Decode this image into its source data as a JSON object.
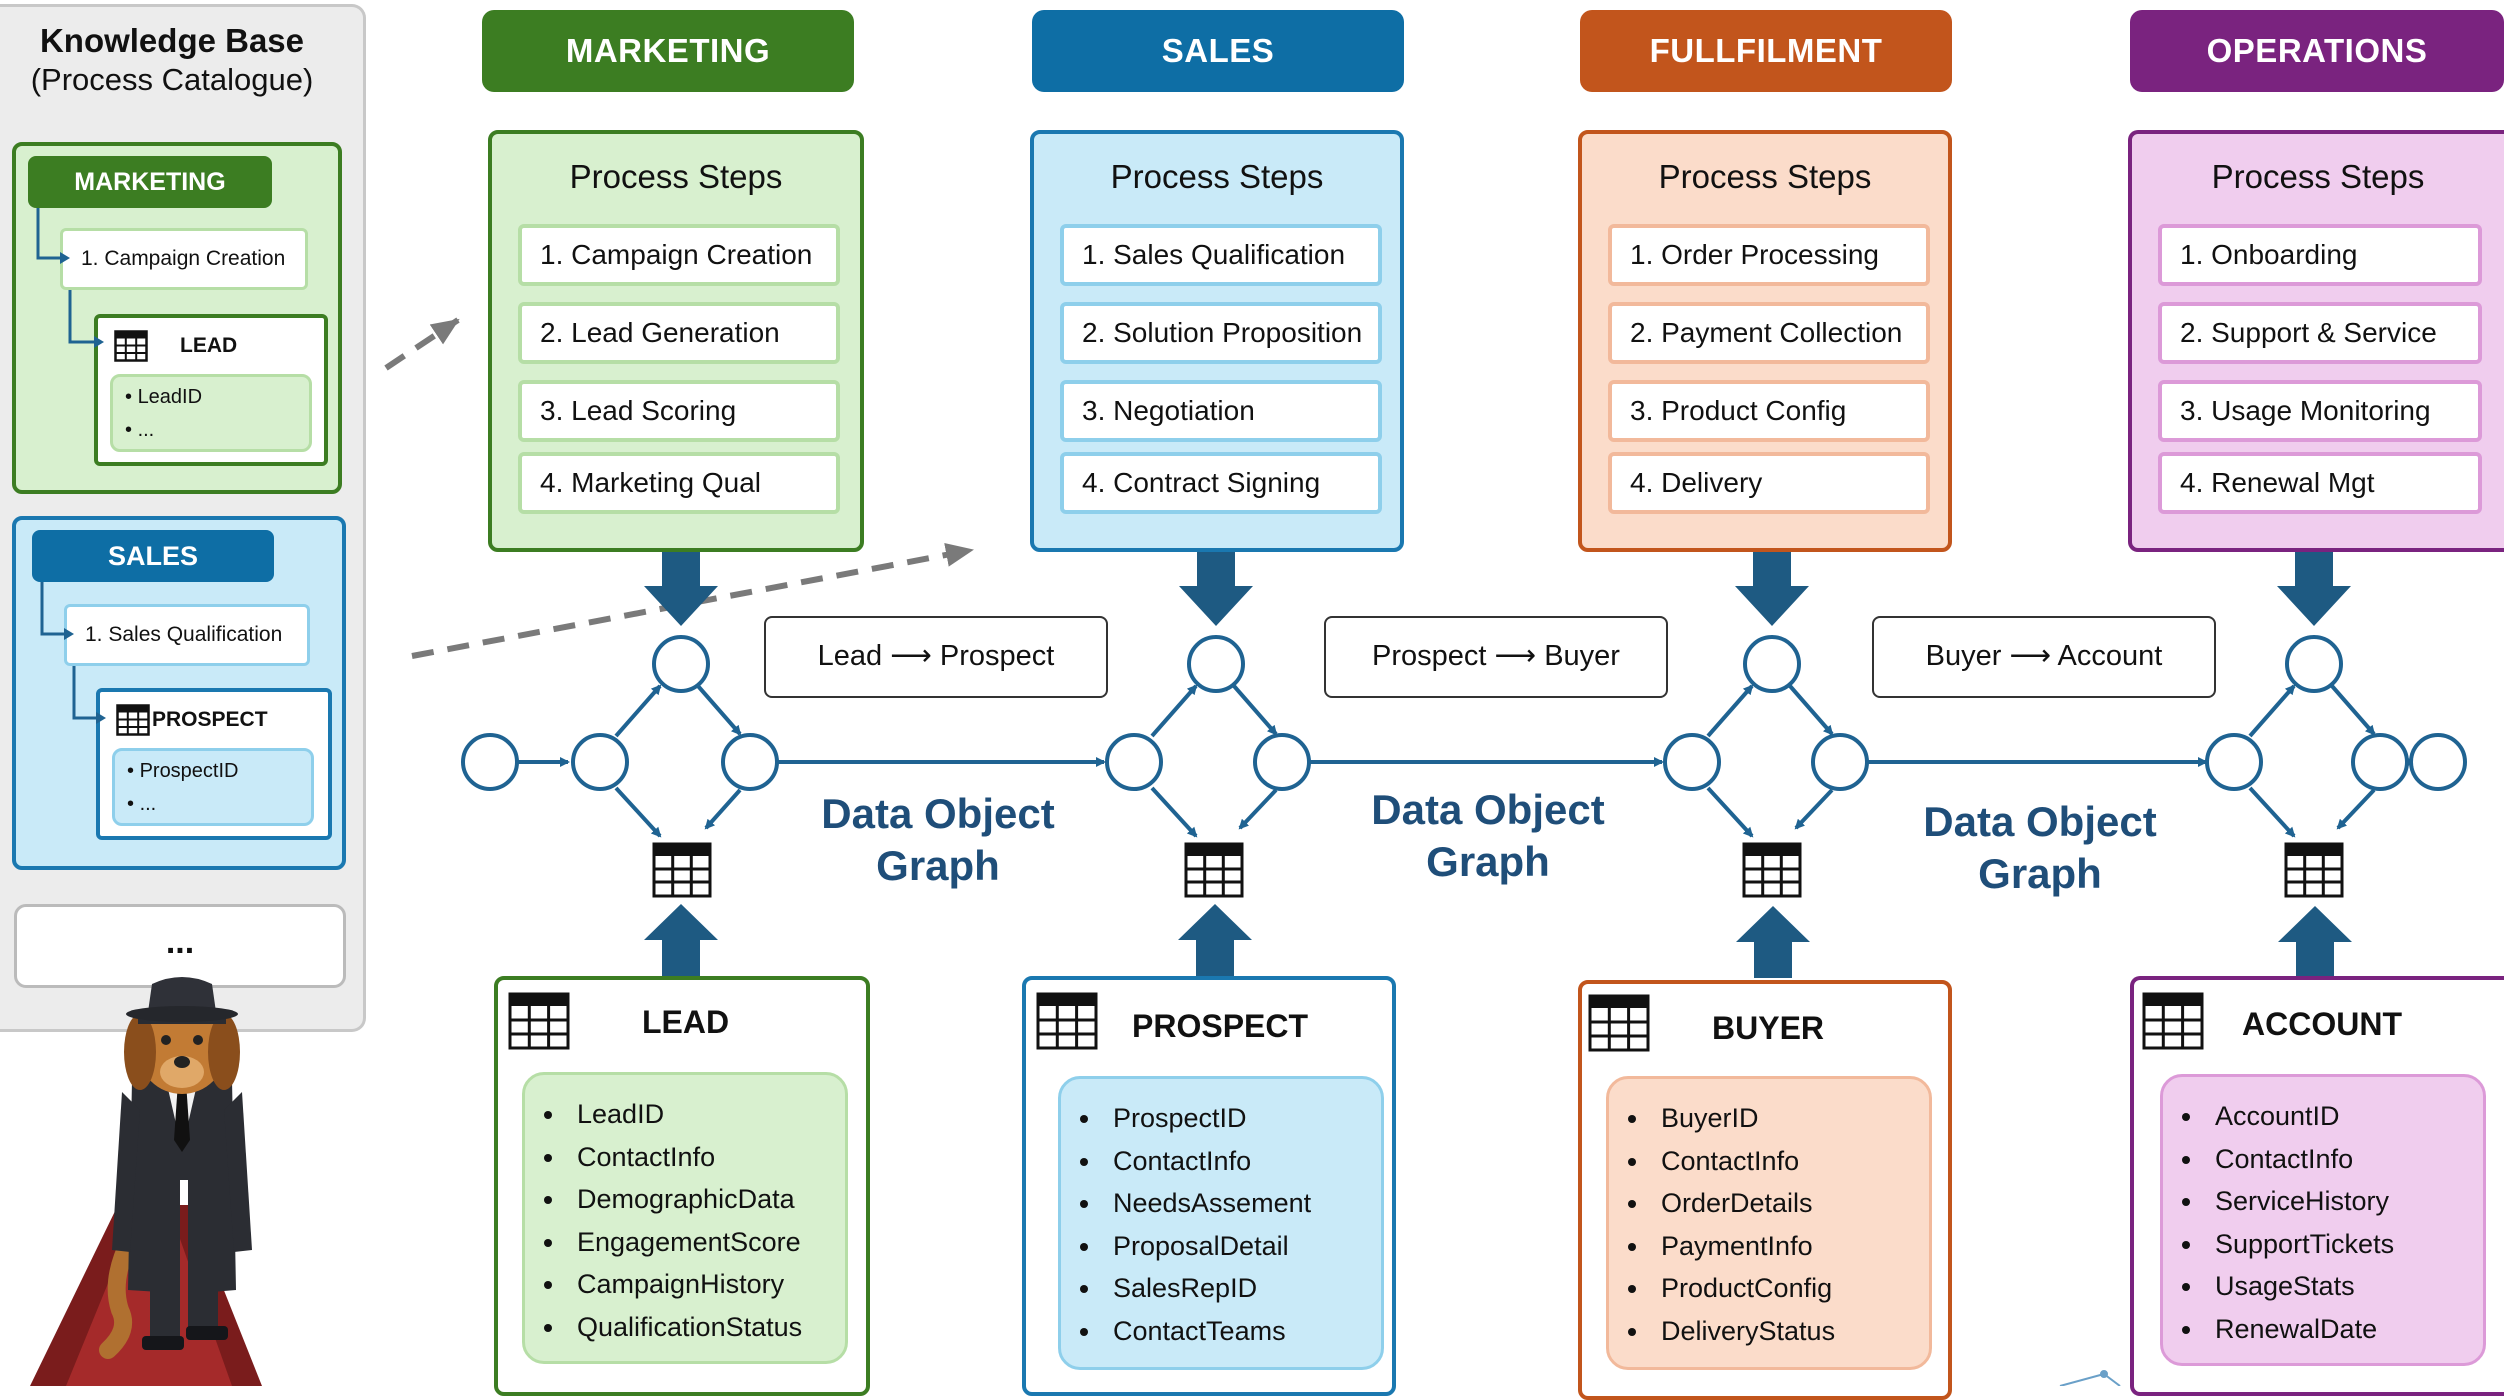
{
  "knowledge_base": {
    "title": "Knowledge Base",
    "subtitle": "(Process Catalogue)",
    "marketing": {
      "label": "MARKETING",
      "step": "1. Campaign Creation",
      "entity": "LEAD",
      "fields": [
        "LeadID",
        "..."
      ]
    },
    "sales": {
      "label": "SALES",
      "step": "1. Sales Qualification",
      "entity": "PROSPECT",
      "fields": [
        "ProspectID",
        "..."
      ]
    },
    "more": "..."
  },
  "steps_title": "Process Steps",
  "departments": [
    {
      "name": "MARKETING",
      "steps": [
        "1. Campaign Creation",
        "2. Lead Generation",
        "3. Lead Scoring",
        "4. Marketing Qual"
      ],
      "entity": "LEAD",
      "fields": [
        "LeadID",
        "ContactInfo",
        "DemographicData",
        "EngagementScore",
        "CampaignHistory",
        "QualificationStatus"
      ]
    },
    {
      "name": "SALES",
      "steps": [
        "1. Sales Qualification",
        "2. Solution Proposition",
        "3. Negotiation",
        "4. Contract Signing"
      ],
      "entity": "PROSPECT",
      "fields": [
        "ProspectID",
        "ContactInfo",
        "NeedsAssement",
        "ProposalDetail",
        "SalesRepID",
        "ContactTeams"
      ]
    },
    {
      "name": "FULLFILMENT",
      "steps": [
        "1. Order Processing",
        "2. Payment Collection",
        "3. Product Config",
        "4. Delivery"
      ],
      "entity": "BUYER",
      "fields": [
        "BuyerID",
        "ContactInfo",
        "OrderDetails",
        "PaymentInfo",
        "ProductConfig",
        "DeliveryStatus"
      ]
    },
    {
      "name": "OPERATIONS",
      "steps": [
        "1. Onboarding",
        "2. Support & Service",
        "3. Usage Monitoring",
        "4. Renewal Mgt"
      ],
      "entity": "ACCOUNT",
      "fields": [
        "AccountID",
        "ContactInfo",
        "ServiceHistory",
        "SupportTickets",
        "UsageStats",
        "RenewalDate"
      ]
    }
  ],
  "transitions": [
    {
      "from": "Lead",
      "to": "Prospect"
    },
    {
      "from": "Prospect",
      "to": "Buyer"
    },
    {
      "from": "Buyer",
      "to": "Account"
    }
  ],
  "graph_labels": [
    {
      "line1": "Data Object",
      "line2": "Graph"
    },
    {
      "line1": "Data Object",
      "line2": "Graph"
    },
    {
      "line1": "Data Object",
      "line2": "Graph"
    }
  ],
  "colors": {
    "marketing": {
      "head": "#3c7d22",
      "border": "#3c7d22",
      "fill": "#d8f0cf",
      "soft": "#b6dea6"
    },
    "sales": {
      "head": "#0e6ea5",
      "border": "#1a78b0",
      "fill": "#c9eaf8",
      "soft": "#8ecfeb"
    },
    "fullfilment": {
      "head": "#c2551c",
      "border": "#c2551c",
      "fill": "#fbdcca",
      "soft": "#f2b99b"
    },
    "operations": {
      "head": "#7a237f",
      "border": "#7a237f",
      "fill": "#f0cdee",
      "soft": "#dc9ad8"
    },
    "graph": "#1f6392",
    "arrow": "#1e5a82"
  }
}
